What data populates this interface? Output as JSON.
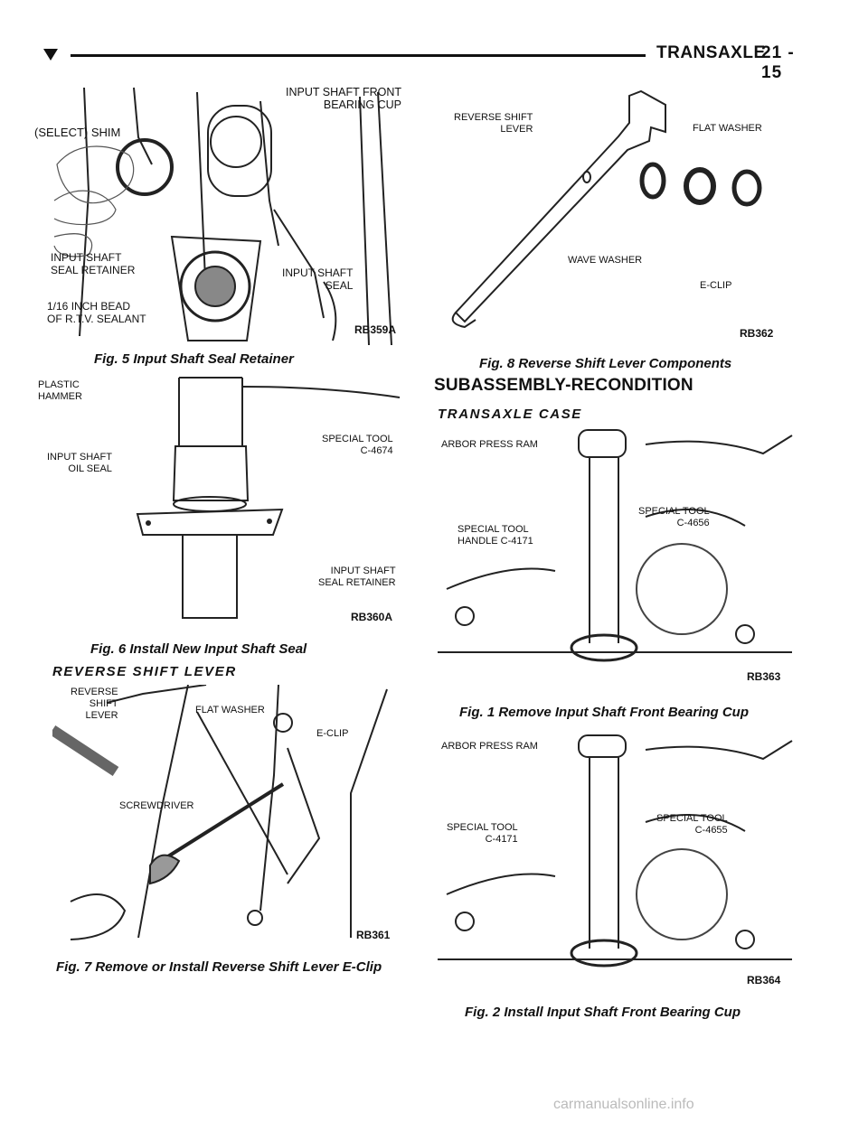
{
  "header": {
    "section": "TRANSAXLE",
    "page": "21 - 15"
  },
  "fig5": {
    "caption": "Fig. 5 Input Shaft Seal Retainer",
    "code": "RB359A",
    "labels": [
      "(SELECT) SHIM",
      "INPUT SHAFT FRONT\nBEARING CUP",
      "INPUT SHAFT\nSEAL RETAINER",
      "1/16 INCH BEAD\nOF R.T.V. SEALANT",
      "INPUT SHAFT\nSEAL"
    ]
  },
  "fig6": {
    "caption": "Fig. 6 Install New Input Shaft Seal",
    "code": "RB360A",
    "labels": [
      "PLASTIC\nHAMMER",
      "INPUT SHAFT\nOIL SEAL",
      "SPECIAL TOOL\nC-4674",
      "INPUT SHAFT\nSEAL RETAINER"
    ]
  },
  "section_reverse": "REVERSE SHIFT LEVER",
  "fig7": {
    "caption": "Fig. 7 Remove or Install Reverse Shift Lever E-Clip",
    "code": "RB361",
    "labels": [
      "REVERSE\nSHIFT\nLEVER",
      "FLAT WASHER",
      "E-CLIP",
      "SCREWDRIVER"
    ]
  },
  "fig8": {
    "caption": "Fig. 8 Reverse Shift Lever Components",
    "code": "RB362",
    "labels": [
      "REVERSE SHIFT\nLEVER",
      "FLAT WASHER",
      "WAVE WASHER",
      "E-CLIP"
    ]
  },
  "section_subassembly": "SUBASSEMBLY-RECONDITION",
  "section_case": "TRANSAXLE CASE",
  "fig1": {
    "caption": "Fig. 1 Remove Input Shaft Front Bearing Cup",
    "code": "RB363",
    "labels": [
      "ARBOR PRESS RAM",
      "SPECIAL TOOL\nHANDLE C-4171",
      "SPECIAL TOOL\nC-4656"
    ]
  },
  "fig2": {
    "caption": "Fig. 2 Install Input Shaft Front Bearing Cup",
    "code": "RB364",
    "labels": [
      "ARBOR PRESS RAM",
      "SPECIAL TOOL\nC-4171",
      "SPECIAL TOOL\nC-4655"
    ]
  },
  "watermark": "carmanualsonline.info"
}
